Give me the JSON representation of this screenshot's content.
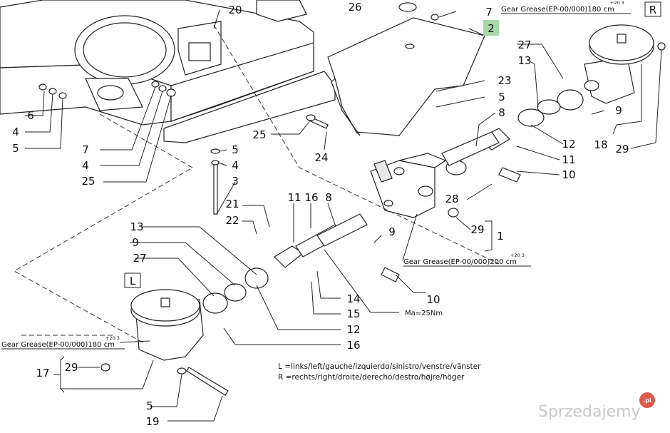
{
  "diagram": {
    "callouts": {
      "c2": "2",
      "c3": "3",
      "c4a": "4",
      "c4b": "4",
      "c4c": "4",
      "c5a": "5",
      "c5b": "5",
      "c5c": "5",
      "c5d": "5",
      "c6": "6",
      "c7a": "7",
      "c7b": "7",
      "c8a": "8",
      "c8b": "8",
      "c9a": "9",
      "c9b": "9",
      "c9c": "9",
      "c10a": "10",
      "c10b": "10",
      "c11a": "11",
      "c11b": "11",
      "c12a": "12",
      "c12b": "12",
      "c13a": "13",
      "c13b": "13",
      "c14": "14",
      "c15": "15",
      "c16a": "16",
      "c16b": "16",
      "c17": "17",
      "c18": "18",
      "c19": "19",
      "c20": "20",
      "c21": "21",
      "c22": "22",
      "c23": "23",
      "c24": "24",
      "c25a": "25",
      "c25b": "25",
      "c26": "26",
      "c27a": "27",
      "c27b": "27",
      "c28": "28",
      "c29a": "29",
      "c29b": "29",
      "c29c": "29",
      "c1": "1"
    },
    "grease_notes": {
      "right_text": "Gear Grease(EP-00/000)180 cm",
      "right_sup": "+20  3",
      "middle_text": "Gear Grease(EP-00/000)200 cm",
      "middle_sup": "+20  3",
      "left_text": "Gear Grease(EP-00/000)180 cm",
      "left_sup": "+20  3"
    },
    "torque": "Ma=25Nm",
    "side_labels": {
      "right": "R",
      "left": "L"
    },
    "legend": {
      "left_line": "L  =links/left/gauche/izquierdo/sinistro/venstre/vänster",
      "right_line": "R  =rechts/right/droite/derecho/destro/højre/höger"
    },
    "highlight_color": "#a8d8a8"
  },
  "watermark": {
    "text": "Sprzedajemy",
    "badge": ".pl"
  }
}
